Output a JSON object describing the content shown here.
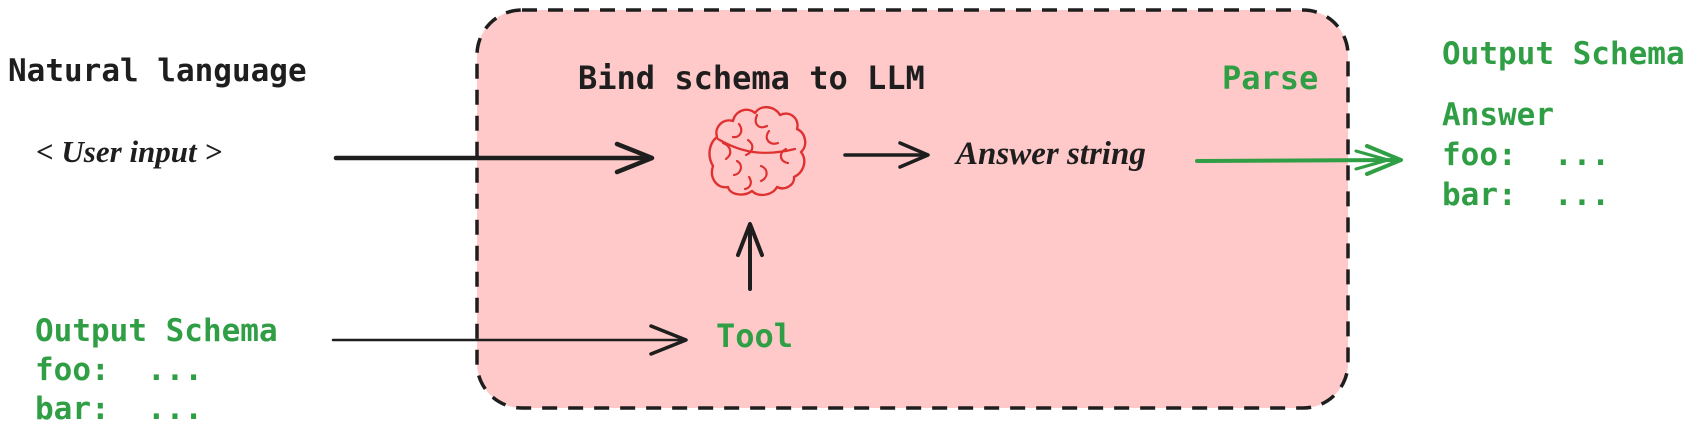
{
  "colors": {
    "box_fill": "#ffc9c9",
    "ink": "#1e1e1e",
    "green": "#2f9e44",
    "red": "#e03131"
  },
  "left": {
    "natural_language": "Natural language",
    "user_input": "< User input >",
    "output_schema": "Output Schema",
    "foo": "foo:  ...",
    "bar": "bar:  ..."
  },
  "box": {
    "title": "Bind schema to LLM",
    "parse": "Parse",
    "answer_string": "Answer string",
    "tool": "Tool",
    "brain_icon": "brain-icon"
  },
  "right": {
    "output_schema": "Output Schema",
    "answer": "Answer",
    "foo": "foo:  ...",
    "bar": "bar:  ..."
  }
}
